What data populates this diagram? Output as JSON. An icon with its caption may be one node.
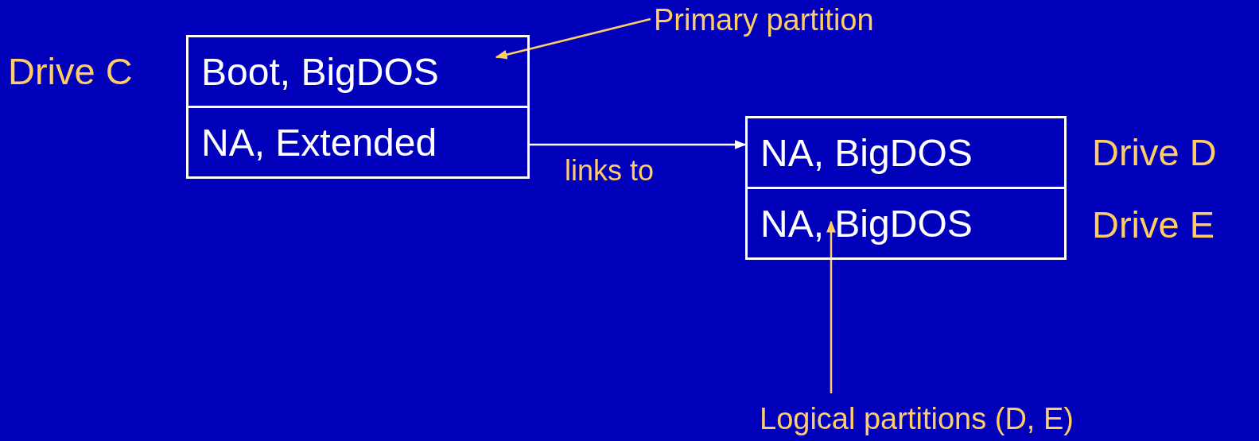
{
  "diagram": {
    "nodes": [
      {
        "text": [
          "Boot, BigDOS"
        ],
        "beside": [
          "Drive C"
        ]
      },
      {
        "text": [
          "NA, Extended"
        ]
      },
      {
        "text": [
          "NA, BigDOS"
        ],
        "beside": [
          "Drive D"
        ]
      },
      {
        "text": [
          "NA, BigDOS"
        ],
        "beside": [
          "Drive E"
        ]
      },
      {
        "text": [
          "Primary partition"
        ]
      },
      {
        "text": [
          "Logical partitions (D, E)"
        ]
      }
    ],
    "edges": [
      {
        "from": 1,
        "to": 2,
        "arrow": "to",
        "label": "links to",
        "color": "#ffffff"
      },
      {
        "from": 4,
        "to": 0,
        "arrow": "to"
      },
      {
        "from": 5,
        "to": 3,
        "arrow": "to"
      }
    ]
  }
}
